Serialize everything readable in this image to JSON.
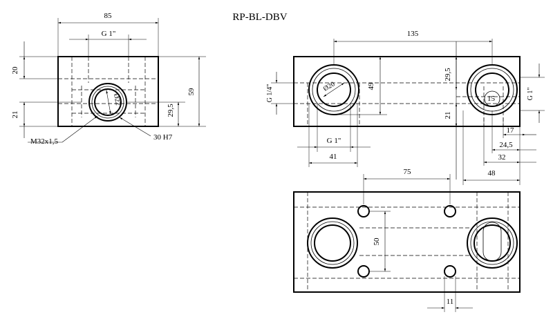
{
  "title": "RP-BL-DBV",
  "front_view": {
    "width": "85",
    "port_thread": "G 1\"",
    "top_offset": "20",
    "bottom_offset": "21",
    "height": "59",
    "center_height": "29,5",
    "bore_dia": "Ø22",
    "thread_callout": "M32x1,5",
    "bore_fit": "30 H7"
  },
  "side_view": {
    "length": "135",
    "aux_port": "G 1/4\"",
    "bore_dia": "Ø20",
    "height_49": "49",
    "center_height": "29,5",
    "bottom_21": "21",
    "port_right": "G 1\"",
    "dim_15": "15",
    "port_bottom": "G 1\"",
    "dim_41": "41",
    "dim_17": "17",
    "dim_24_5": "24,5",
    "dim_32": "32",
    "dim_48": "48"
  },
  "top_view": {
    "hole_spacing": "75",
    "hole_spacing_vertical": "50",
    "hole_dia": "11"
  }
}
